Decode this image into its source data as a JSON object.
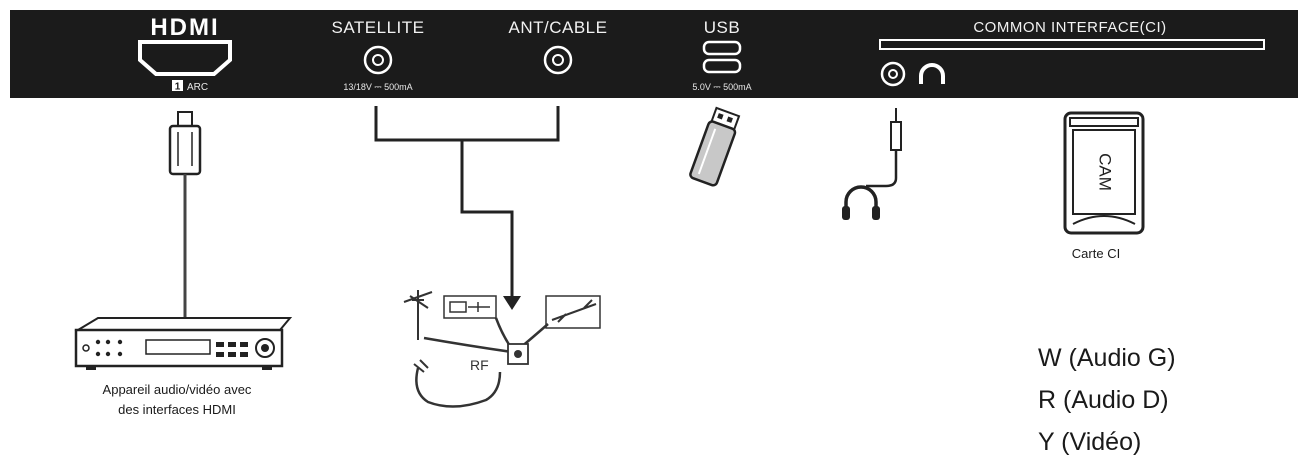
{
  "panel": {
    "hdmi_logo": "HDMI",
    "hdmi_port_number": "1",
    "hdmi_arc": "ARC",
    "satellite_label": "SATELLITE",
    "satellite_spec": "13/18V ⎓ 500mA",
    "antcable_label": "ANT/CABLE",
    "usb_label": "USB",
    "usb_spec": "5.0V ⎓ 500mA",
    "ci_label": "COMMON INTERFACE(CI)"
  },
  "devices": {
    "av_device_caption_line1": "Appareil audio/vidéo avec",
    "av_device_caption_line2": "des interfaces HDMI",
    "cam_card_label": "CAM",
    "cam_card_caption": "Carte CI",
    "rf_label": "RF"
  },
  "legend": [
    {
      "text": "W (Audio G)"
    },
    {
      "text": "R (Audio D)"
    },
    {
      "text": "Y (Vidéo)"
    }
  ],
  "colors": {
    "panel_bg": "#1b1b1b",
    "line": "#222222",
    "white": "#ffffff"
  }
}
